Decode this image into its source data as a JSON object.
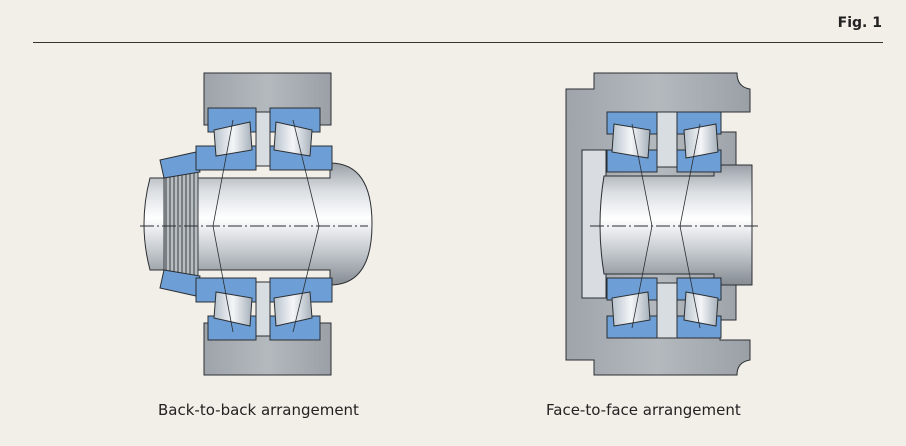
{
  "figure": {
    "label": "Fig. 1"
  },
  "captions": {
    "left": "Back-to-back arrangement",
    "right": "Face-to-face arrangement"
  },
  "colors": {
    "background": "#f2efe8",
    "housing": "#a9aeb4",
    "bearing_blue": "#6d9fd6",
    "shaft_light": "#eef0f3",
    "shaft_dark": "#8d939a",
    "outline": "#2b2f33"
  }
}
